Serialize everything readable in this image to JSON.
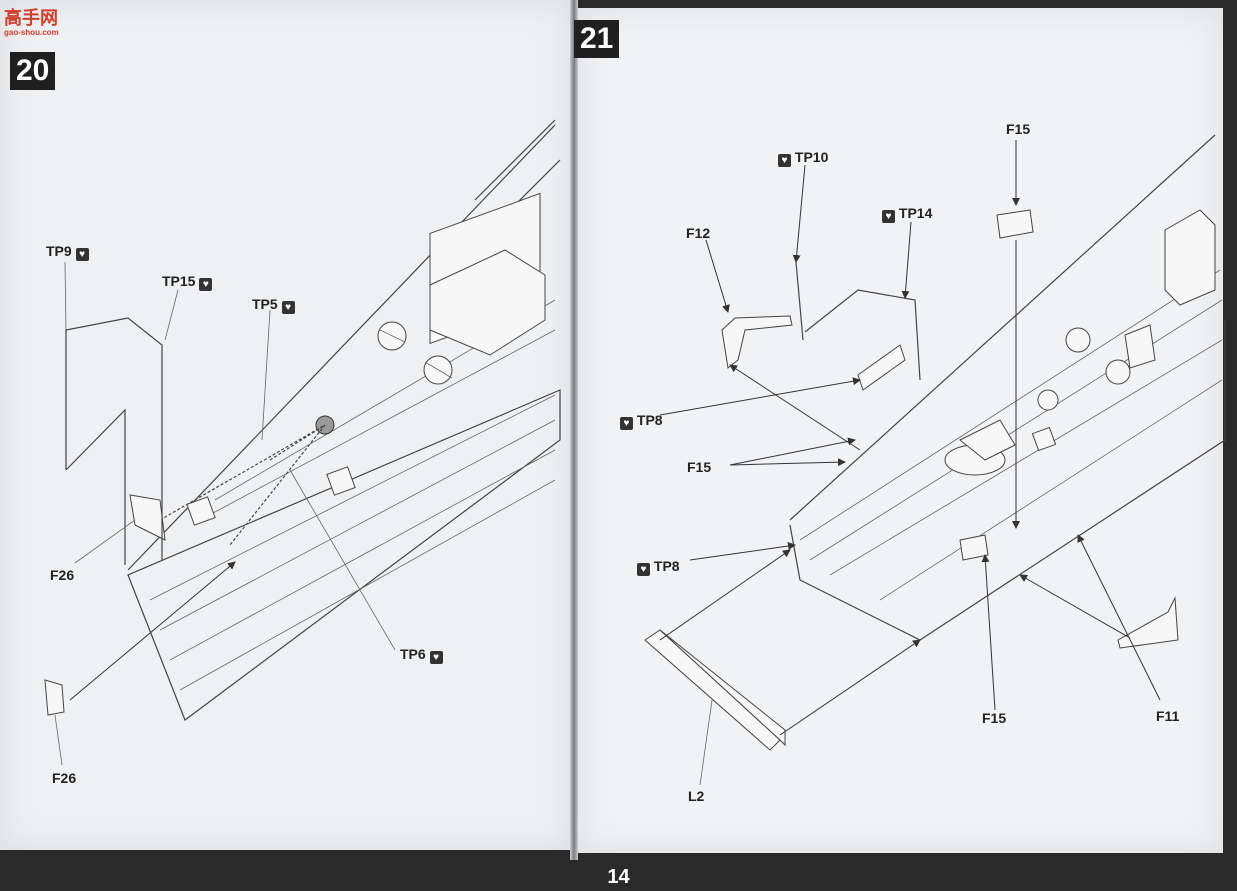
{
  "page_number": "14",
  "watermark": {
    "brand": "高手网",
    "url": "gao-shou.com"
  },
  "step20": {
    "number": "20",
    "labels": {
      "tp9": "TP9",
      "tp15": "TP15",
      "tp5": "TP5",
      "tp6": "TP6",
      "f26_upper": "F26",
      "f26_lower": "F26"
    }
  },
  "step21": {
    "number": "21",
    "labels": {
      "tp10": "TP10",
      "tp14": "TP14",
      "f12": "F12",
      "f15_top": "F15",
      "tp8_upper": "TP8",
      "f15_mid": "F15",
      "tp8_lower": "TP8",
      "l2": "L2",
      "f15_bottom": "F15",
      "f11": "F11"
    }
  },
  "icons": {
    "photo_etch": "photo-etch-icon"
  }
}
